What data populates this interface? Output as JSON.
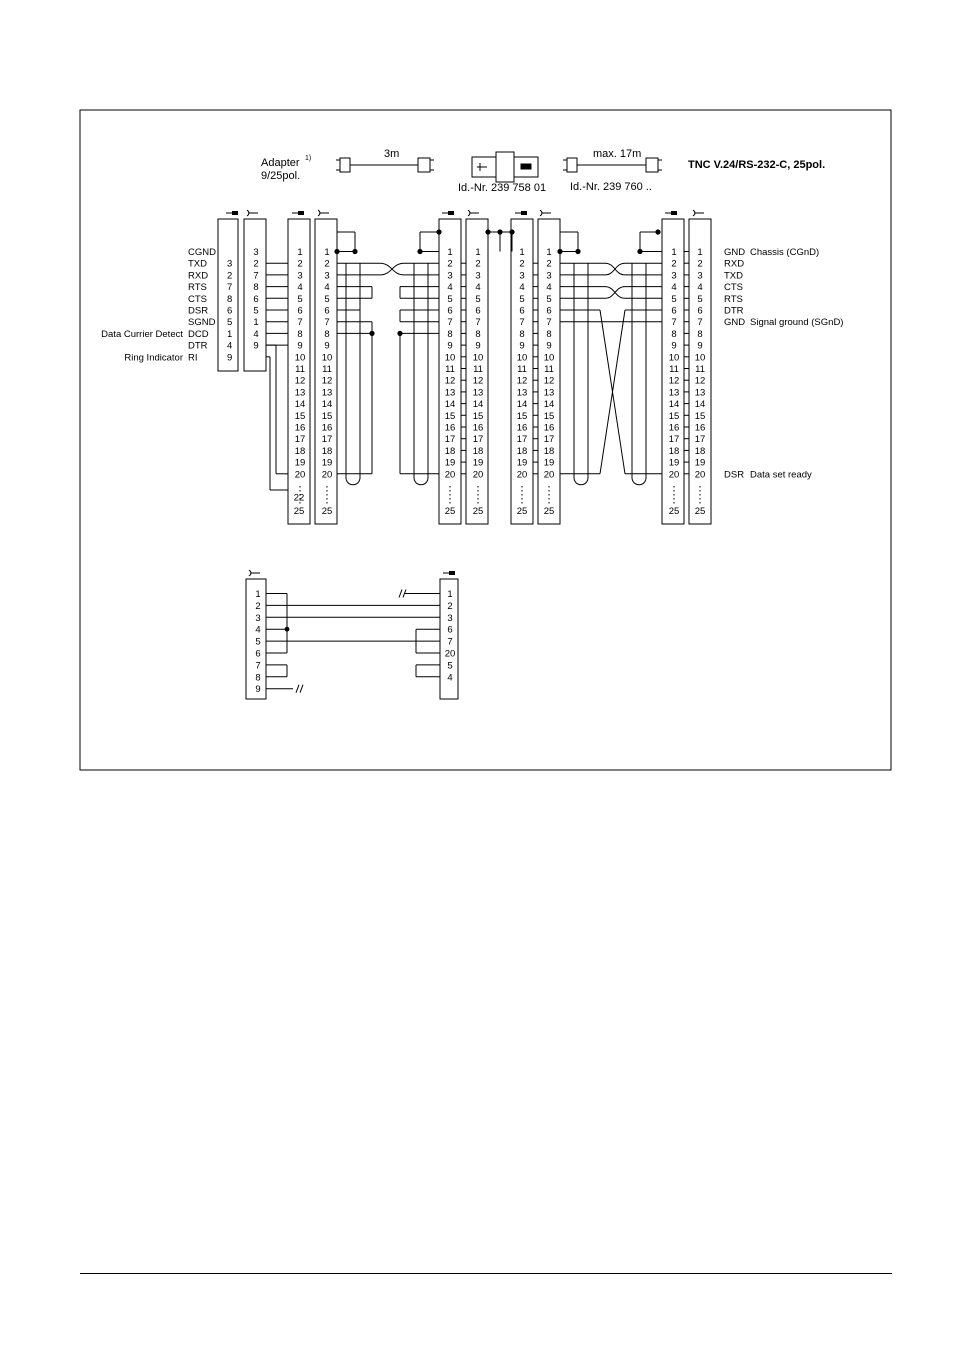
{
  "diagram": {
    "adapter_label": "Adapter",
    "adapter_footnote": "1)",
    "adapter_pins": "9/25pol.",
    "cable_short_length": "3m",
    "cable_long_length": "max. 17m",
    "id_adapter_block": "Id.-Nr. 239 758 01",
    "id_cable_long": "Id.-Nr. 239 760 ..",
    "tnc_title": "TNC V.24/RS-232-C, 25pol.",
    "pc_side": {
      "signals": [
        {
          "name": "CGND",
          "prefix": "",
          "pin": ""
        },
        {
          "name": "TXD",
          "prefix": "",
          "pin": "3"
        },
        {
          "name": "RXD",
          "prefix": "",
          "pin": "2"
        },
        {
          "name": "RTS",
          "prefix": "",
          "pin": "7"
        },
        {
          "name": "CTS",
          "prefix": "",
          "pin": "8"
        },
        {
          "name": "DSR",
          "prefix": "",
          "pin": "6"
        },
        {
          "name": "SGND",
          "prefix": "",
          "pin": "5"
        },
        {
          "name": "DCD",
          "prefix": "Data Currier Detect",
          "pin": "1"
        },
        {
          "name": "DTR",
          "prefix": "",
          "pin": "4"
        },
        {
          "name": "RI",
          "prefix": "Ring Indicator",
          "pin": "9"
        }
      ],
      "adapter_pins": [
        "3",
        "2",
        "7",
        "8",
        "6",
        "5",
        "1",
        "4",
        "9"
      ]
    },
    "pin_numbers": [
      "1",
      "2",
      "3",
      "4",
      "5",
      "6",
      "7",
      "8",
      "9",
      "10",
      "11",
      "12",
      "13",
      "14",
      "15",
      "16",
      "17",
      "18",
      "19",
      "20"
    ],
    "adapter_extra_pins": [
      "22",
      "25"
    ],
    "end_pin": "25",
    "tnc_side": [
      {
        "code": "GND",
        "desc": "Chassis (CGnD)"
      },
      {
        "code": "RXD",
        "desc": ""
      },
      {
        "code": "TXD",
        "desc": ""
      },
      {
        "code": "CTS",
        "desc": ""
      },
      {
        "code": "RTS",
        "desc": ""
      },
      {
        "code": "DTR",
        "desc": ""
      },
      {
        "code": "GND",
        "desc": "Signal ground (SGnD)"
      },
      {
        "code": "DSR",
        "desc": "Data set ready"
      }
    ],
    "lower": {
      "left_pins": [
        "1",
        "2",
        "3",
        "4",
        "5",
        "6",
        "7",
        "8",
        "9"
      ],
      "right_pins": [
        "1",
        "2",
        "3",
        "6",
        "7",
        "20",
        "5",
        "4"
      ]
    }
  }
}
